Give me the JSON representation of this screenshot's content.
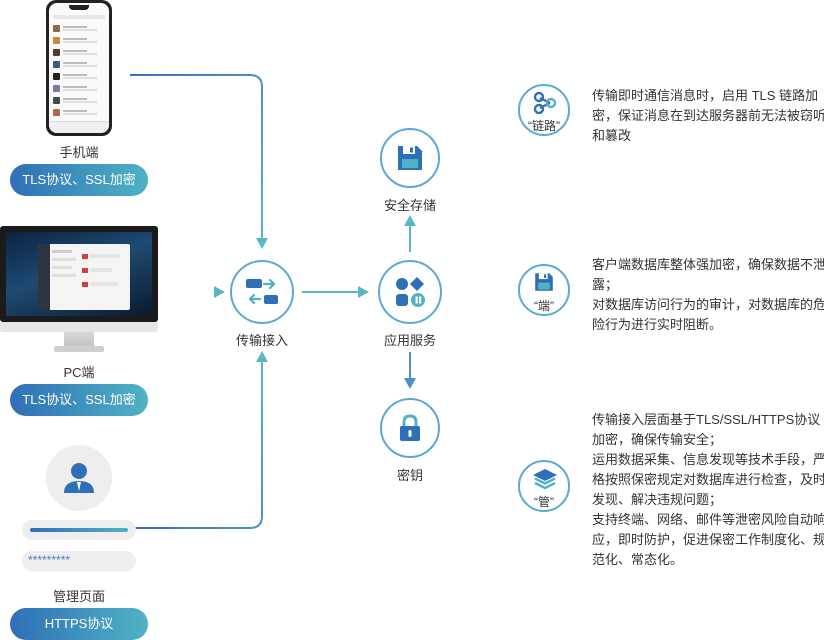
{
  "clients": {
    "mobile": {
      "caption": "手机端",
      "protocol": "TLS协议、SSL加密"
    },
    "pc": {
      "caption": "PC端",
      "protocol": "TLS协议、SSL加密"
    },
    "admin": {
      "caption": "管理页面",
      "protocol": "HTTPS协议",
      "password_mask": "*********"
    }
  },
  "nodes": {
    "transport": "传输接入",
    "app_service": "应用服务",
    "secure_storage": "安全存储",
    "key": "密钥"
  },
  "features": [
    {
      "label": "“链路”",
      "lines": [
        "传输即时通信消息时，启用 TLS 链路加密，保证消息在到达服务器前无法被窃听和篡改"
      ]
    },
    {
      "label": "“端”",
      "lines": [
        "客户端数据库整体强加密，确保数据不泄露；",
        "对数据库访问行为的审计，对数据库的危险行为进行实时阻断。"
      ]
    },
    {
      "label": "“管”",
      "lines": [
        "传输接入层面基于TLS/SSL/HTTPS协议加密，确保传输安全；",
        "运用数据采集、信息发现等技术手段，严格按照保密规定对数据库进行检查，及时发现、解决违规问题；",
        "支持终端、网络、邮件等泄密风险自动响应，即时防护，促进保密工作制度化、规范化、常态化。"
      ]
    }
  ],
  "colors": {
    "accent_blue": "#2f6fb8",
    "accent_teal": "#4fb3c3",
    "arrow_left": "#3a6fb8",
    "arrow_right": "#5ab8c4"
  },
  "icons": {
    "transport": "transfer-icon",
    "app_service": "apps-icon",
    "secure_storage": "floppy-disk-icon",
    "key": "lock-icon",
    "feature_link": "share-nodes-icon",
    "feature_endpoint": "floppy-disk-icon",
    "feature_manage": "layers-icon"
  }
}
